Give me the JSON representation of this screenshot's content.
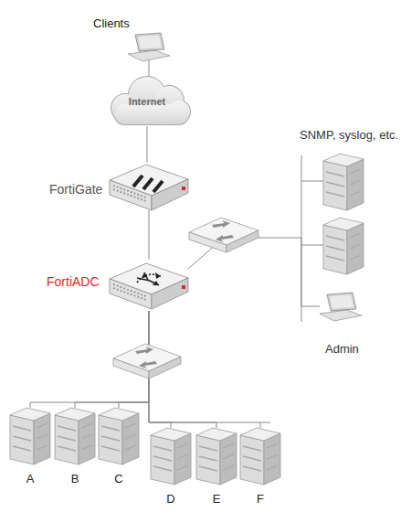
{
  "diagram": {
    "nodes": [
      {
        "text": [
          "Clients"
        ]
      },
      {
        "text": [
          "Internet"
        ]
      },
      {
        "text": [
          "FortiGate"
        ]
      },
      {
        "text": [
          "FortiADC"
        ]
      },
      {
        "text": [
          "Admin"
        ]
      },
      {
        "text": [
          "A"
        ]
      },
      {
        "text": [
          "B"
        ]
      },
      {
        "text": [
          "C"
        ]
      },
      {
        "text": [
          "D"
        ]
      },
      {
        "text": [
          "E"
        ]
      },
      {
        "text": [
          "F"
        ]
      }
    ],
    "edges": [
      {
        "from": 0,
        "to": 1,
        "arrow": "none"
      },
      {
        "from": 1,
        "to": 2,
        "arrow": "none"
      },
      {
        "from": 2,
        "to": 3,
        "arrow": "none"
      },
      {
        "from": 3,
        "to": 4,
        "arrow": "none"
      },
      {
        "from": 3,
        "to": 5,
        "arrow": "none"
      },
      {
        "from": 3,
        "to": 6,
        "arrow": "none"
      },
      {
        "from": 3,
        "to": 7,
        "arrow": "none"
      },
      {
        "from": 3,
        "to": 8,
        "arrow": "none"
      },
      {
        "from": 3,
        "to": 9,
        "arrow": "none"
      },
      {
        "from": 3,
        "to": 10,
        "arrow": "none"
      }
    ],
    "labels": [
      "SNMP, syslog, etc."
    ]
  }
}
